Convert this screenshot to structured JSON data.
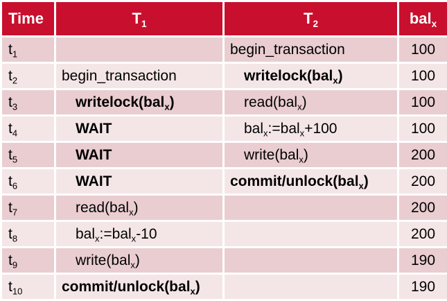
{
  "header": {
    "time": "Time",
    "t1": "T",
    "t1_sub": "1",
    "t2": "T",
    "t2_sub": "2",
    "bal": "bal",
    "bal_sub": "x"
  },
  "rows": [
    {
      "t": "t",
      "t_sub": "1",
      "t1": {
        "pre": "",
        "sub": "",
        "post": ""
      },
      "t2": {
        "pre": "begin_transaction",
        "sub": "",
        "post": ""
      },
      "bal": "100"
    },
    {
      "t": "t",
      "t_sub": "2",
      "t1": {
        "pre": "begin_transaction",
        "sub": "",
        "post": ""
      },
      "t2": {
        "pre": "writelock(bal",
        "sub": "x",
        "post": ")"
      },
      "bal": "100"
    },
    {
      "t": "t",
      "t_sub": "3",
      "t1": {
        "pre": "writelock(bal",
        "sub": "x",
        "post": ")"
      },
      "t2": {
        "pre": "read(bal",
        "sub": "x",
        "post": ")"
      },
      "bal": "100"
    },
    {
      "t": "t",
      "t_sub": "4",
      "t1": {
        "pre": "WAIT",
        "sub": "",
        "post": ""
      },
      "t2": {
        "pre": "bal",
        "sub": "x",
        "post": ":=bal",
        "sub2": "x",
        "post2": "+100"
      },
      "bal": "100"
    },
    {
      "t": "t",
      "t_sub": "5",
      "t1": {
        "pre": "WAIT",
        "sub": "",
        "post": ""
      },
      "t2": {
        "pre": "write(bal",
        "sub": "x",
        "post": ")"
      },
      "bal": "200"
    },
    {
      "t": "t",
      "t_sub": "6",
      "t1": {
        "pre": "WAIT",
        "sub": "",
        "post": ""
      },
      "t2": {
        "pre": "commit/unlock(bal",
        "sub": "x",
        "post": ")"
      },
      "bal": "200"
    },
    {
      "t": "t",
      "t_sub": "7",
      "t1": {
        "pre": "read(bal",
        "sub": "x",
        "post": ")"
      },
      "t2": {
        "pre": "",
        "sub": "",
        "post": ""
      },
      "bal": "200"
    },
    {
      "t": "t",
      "t_sub": "8",
      "t1": {
        "pre": "bal",
        "sub": "x",
        "post": ":=bal",
        "sub2": "x",
        "post2": "-10"
      },
      "t2": {
        "pre": "",
        "sub": "",
        "post": ""
      },
      "bal": "200"
    },
    {
      "t": "t",
      "t_sub": "9",
      "t1": {
        "pre": "write(bal",
        "sub": "x",
        "post": ")"
      },
      "t2": {
        "pre": "",
        "sub": "",
        "post": ""
      },
      "bal": "190"
    },
    {
      "t": "t",
      "t_sub": "10",
      "t1": {
        "pre": "commit/unlock(bal",
        "sub": "x",
        "post": ")"
      },
      "t2": {
        "pre": "",
        "sub": "",
        "post": ""
      },
      "bal": "190"
    }
  ]
}
